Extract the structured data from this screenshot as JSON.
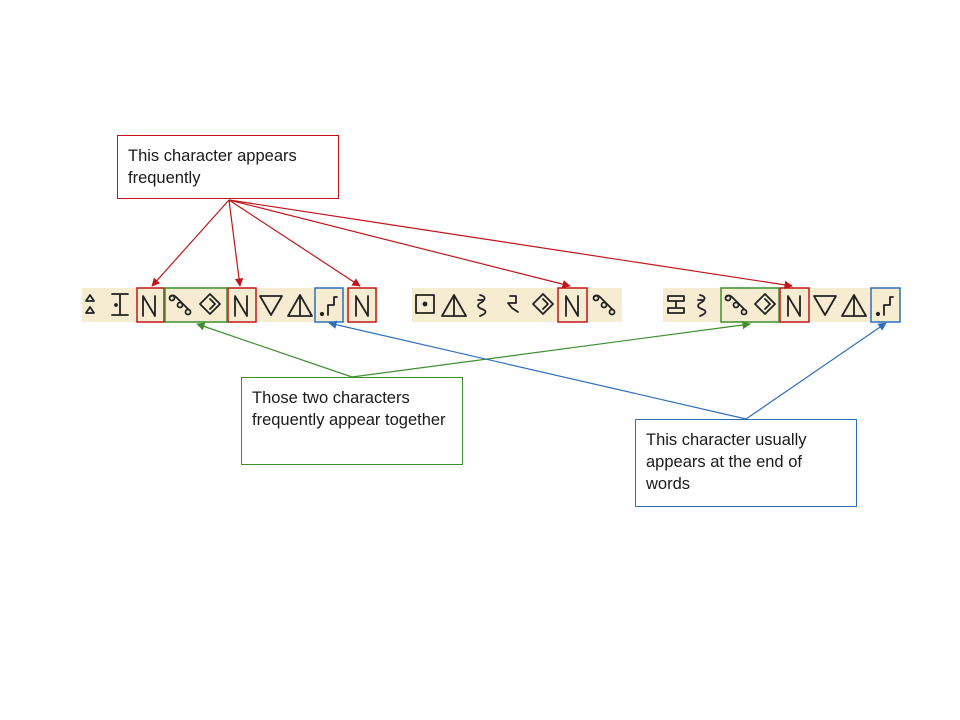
{
  "callouts": {
    "frequent": {
      "text": "This character appears frequently"
    },
    "together": {
      "text": "Those two characters frequently appear together"
    },
    "end": {
      "text": "This character usually appears at the end of words"
    }
  },
  "words": [
    {
      "id": "word-1",
      "characters": [
        "small-triangle-pair",
        "i-beam-dot",
        "n-shape",
        "wavy-chain",
        "rotated-square",
        "n-shape",
        "down-triangle",
        "split-triangle",
        "hook-dot",
        "n-shape"
      ]
    },
    {
      "id": "word-2",
      "characters": [
        "dotted-square",
        "split-triangle",
        "curly-s",
        "zigzag-hook",
        "rotated-square",
        "n-shape",
        "wavy-chain"
      ]
    },
    {
      "id": "word-3",
      "characters": [
        "h-box",
        "curly-s",
        "wavy-chain",
        "rotated-square",
        "n-shape",
        "down-triangle",
        "split-triangle",
        "hook-dot"
      ]
    }
  ],
  "highlight_groups": {
    "frequent_character": {
      "color": "#c0161b",
      "character": "n-shape"
    },
    "character_pair": {
      "color": "#3f8f2f",
      "characters": [
        "wavy-chain",
        "rotated-square"
      ]
    },
    "word_final_character": {
      "color": "#2f6fba",
      "character": "hook-dot"
    }
  },
  "colors": {
    "strip_background": "#f6ecd1",
    "glyph": "#222222",
    "red": "#c0161b",
    "green": "#3f8f2f",
    "blue": "#2f6fba"
  }
}
